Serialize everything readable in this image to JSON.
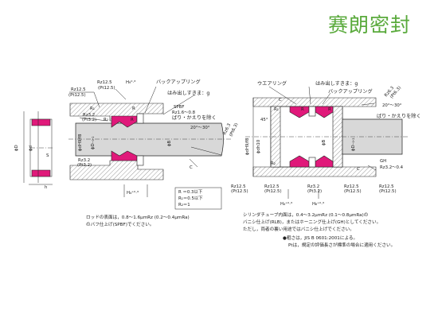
{
  "brand": {
    "title": "赛朗密封"
  },
  "left_diagram": {
    "finish_labels": {
      "rz125_a": "Rz12.5",
      "pt125_a": "(Pt12.5)",
      "rz125_b": "Rz12.5",
      "pt125_b": "(Pt12.5)",
      "h9": "H₉⁰·³",
      "rz32": "Rz3.2",
      "pt32": "(Pt3.2)",
      "rz32_b": "Rz3.2",
      "pt32_b": "(Pt3.2)",
      "backup_ring": "バックアップリング",
      "protrusion": "はみ出しすきま：g",
      "spbf": "SPBF",
      "rz16": "Rz1.6〜0.8",
      "deburr": "ばり・かえりを除く",
      "angle": "20°〜30°",
      "rz63": "Rz6.3",
      "pt63": "(Pt6.3)",
      "c_label": "C",
      "r1": "R₁",
      "r2": "R₂",
      "r": "R",
      "h4": "H₄⁺⁰·³",
      "dia_d": "ϕD",
      "dia_dh": "ϕd",
      "dia_h9": "ϕdH9/f8",
      "dia_d_tol": "ϕD₋₀·₂",
      "dia_b": "ϕB",
      "h": "h",
      "s": "S"
    },
    "r_table": [
      "R ＝0.3以下",
      "R₁＝0.5以下",
      "R₂＝1"
    ],
    "note_lines": [
      "ロッドの表面は，0.8〜1.6μmRz (0.2〜0.4μmRa)",
      "のバフ仕上げ(SPBF)でください。"
    ]
  },
  "right_diagram": {
    "finish_labels": {
      "wear_ring": "ウエアリング",
      "protrusion": "はみ出しすきま：g",
      "backup_ring": "バックアップリング",
      "rz63": "Rz6.3",
      "pt63": "(Pt6.3)",
      "angle": "20°〜30°",
      "deburr": "ばり・かえりを除く",
      "c_label": "C",
      "r1": "R₁",
      "r2": "R₂",
      "r": "R",
      "angle45": "45°",
      "dia_dh9": "ϕdH9/f8",
      "dia_dh10": "ϕdh10",
      "dia_b": "ϕB",
      "dia_d_tol": "ϕD₋₀·₂",
      "gh": "GH",
      "rz32": "Rz3.2〜0.4",
      "rz125_a": "Rz12.5",
      "pt125_a": "(Pt12.5)",
      "rz125_b": "Rz12.5",
      "pt125_b": "(Pt12.5)",
      "rz125_c": "Rz12.5",
      "pt125_c": "(Pt12.5)",
      "rz32_b": "Rz3.2",
      "pt32_b": "(Pt3.2)",
      "rz125_d": "Rz12.5",
      "pt125_d": "(Pt12.5)",
      "h4": "H₄⁺⁰·³",
      "h6": "H₆⁺⁰·³"
    },
    "note_lines": [
      "シリンダチューブ内面は，0.4〜3.2μmRz (0.1〜0.8μmRa)の",
      "バニシ仕上げ(RLB)，またはホーニング仕上げ(GH)としてください。",
      "ただし，両者の裏い用途ではバニシ仕上げでください。"
    ],
    "footnote_lines": [
      "●粗さは，JIS B 0601:2001による。",
      "Ptは，規定の評価長さが標準の場合に適用ください。"
    ]
  }
}
